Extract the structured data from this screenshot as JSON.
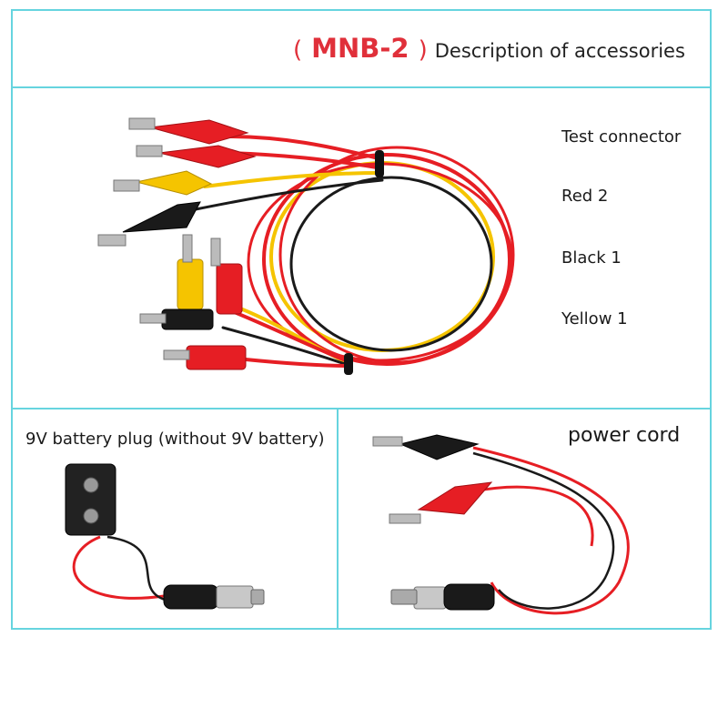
{
  "title": {
    "open_paren": "(",
    "model": "MNB-2",
    "close_paren": ")",
    "text": "Description of accessories"
  },
  "test_connector": {
    "heading": "Test connector",
    "items": [
      "Red 2",
      "Black 1",
      "Yellow 1"
    ]
  },
  "battery_plug": {
    "label": "9V battery plug (without 9V battery)"
  },
  "power_cord": {
    "label": "power cord"
  },
  "colors": {
    "frame": "#66d4df",
    "accent_red": "#e0303a",
    "wire_red": "#e61e24",
    "wire_yellow": "#f5c400",
    "wire_black": "#1a1a1a"
  }
}
